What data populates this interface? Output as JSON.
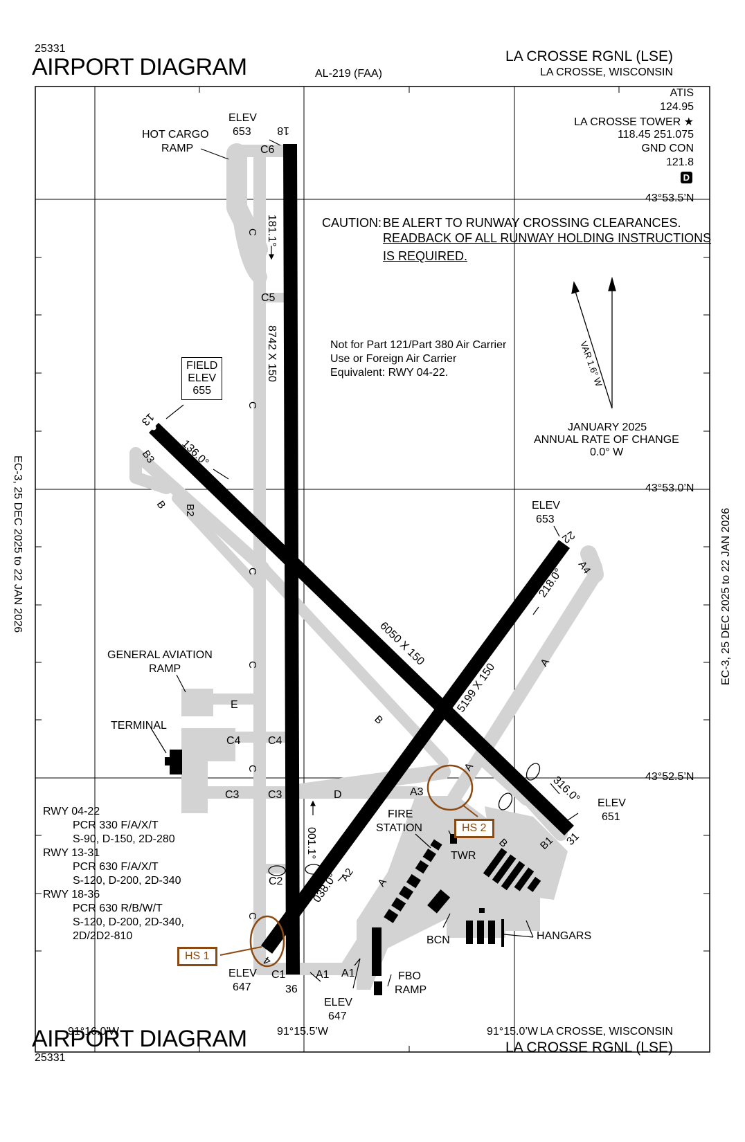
{
  "header": {
    "chart_number": "25331",
    "title": "AIRPORT DIAGRAM",
    "series": "AL-219 (FAA)",
    "airport": "LA CROSSE RGNL (LSE)",
    "city": "LA CROSSE, WISCONSIN"
  },
  "footer": {
    "chart_number": "25331",
    "title": "AIRPORT DIAGRAM",
    "city": "LA CROSSE, WISCONSIN",
    "airport": "LA CROSSE RGNL (LSE)"
  },
  "side": {
    "left": "EC-3,  25 DEC 2025  to  22 JAN 2026",
    "right": "EC-3,  25 DEC 2025  to  22 JAN 2026"
  },
  "comms": {
    "atis_label": "ATIS",
    "atis_freq": "124.95",
    "tower_label": "LA CROSSE TOWER ★",
    "tower_freq": "118.45  251.075",
    "gnd_label": "GND CON",
    "gnd_freq": "121.8",
    "d_badge": "D"
  },
  "caution": {
    "prefix": "CAUTION:",
    "line1": "BE ALERT TO RUNWAY CROSSING CLEARANCES.",
    "line2": "READBACK OF ALL RUNWAY HOLDING INSTRUCTIONS",
    "line3": "IS REQUIRED."
  },
  "note": {
    "line1": "Not for Part 121/Part 380 Air Carrier",
    "line2": "Use or Foreign Air Carrier",
    "line3": "Equivalent: RWY 04-22."
  },
  "magnetic": {
    "var": "VAR 1.6° W",
    "date": "JANUARY 2025",
    "rate_label": "ANNUAL RATE OF CHANGE",
    "rate": "0.0° W"
  },
  "field_elev": {
    "l1": "FIELD",
    "l2": "ELEV",
    "l3": "655"
  },
  "coords": {
    "lat_top": "43°53.5’N",
    "lat_mid": "43°53.0’N",
    "lat_bot": "43°52.5’N",
    "lon_left": "91°16.0’W",
    "lon_mid": "91°15.5’W",
    "lon_right": "91°15.0’W"
  },
  "runway_info": {
    "r1": "RWY 04-22",
    "r1a": "PCR 330 F/A/X/T",
    "r1b": "S-90, D-150, 2D-280",
    "r2": "RWY 13-31",
    "r2a": "PCR 630 F/A/X/T",
    "r2b": "S-120, D-200, 2D-340",
    "r3": "RWY 18-36",
    "r3a": "PCR 630 R/B/W/T",
    "r3b": "S-120, D-200, 2D-340,",
    "r3c": "2D/2D2-810"
  },
  "labels": {
    "hot_cargo": "HOT CARGO",
    "ramp": "RAMP",
    "elev": "ELEV",
    "elev_653": "653",
    "elev_651": "651",
    "elev_647": "647",
    "ga": "GENERAL AVIATION",
    "terminal": "TERMINAL",
    "fire": "FIRE",
    "station": "STATION",
    "twr": "TWR",
    "bcn": "BCN",
    "hangars": "HANGARS",
    "fbo": "FBO",
    "hs1": "HS 1",
    "hs2": "HS 2"
  },
  "runways": {
    "r18": "18",
    "r36": "36",
    "r13": "13",
    "r31": "31",
    "r4": "4",
    "r22": "22",
    "dims_18_36": "8742 X 150",
    "dims_13_31": "6050 X 150",
    "dims_04_22": "5199 X 150",
    "hdg_181": "181.1°",
    "hdg_001": "001.1°",
    "hdg_136": "136.0°",
    "hdg_316": "316.0°",
    "hdg_218": "218.0°",
    "hdg_038": "038.0°"
  },
  "taxiways": {
    "C": "C",
    "C1": "C1",
    "C2": "C2",
    "C3": "C3",
    "C4": "C4",
    "C5": "C5",
    "C6": "C6",
    "B": "B",
    "B1": "B1",
    "B2": "B2",
    "B3": "B3",
    "A": "A",
    "A1": "A1",
    "A2": "A2",
    "A3": "A3",
    "A4": "A4",
    "D": "D",
    "E": "E"
  }
}
